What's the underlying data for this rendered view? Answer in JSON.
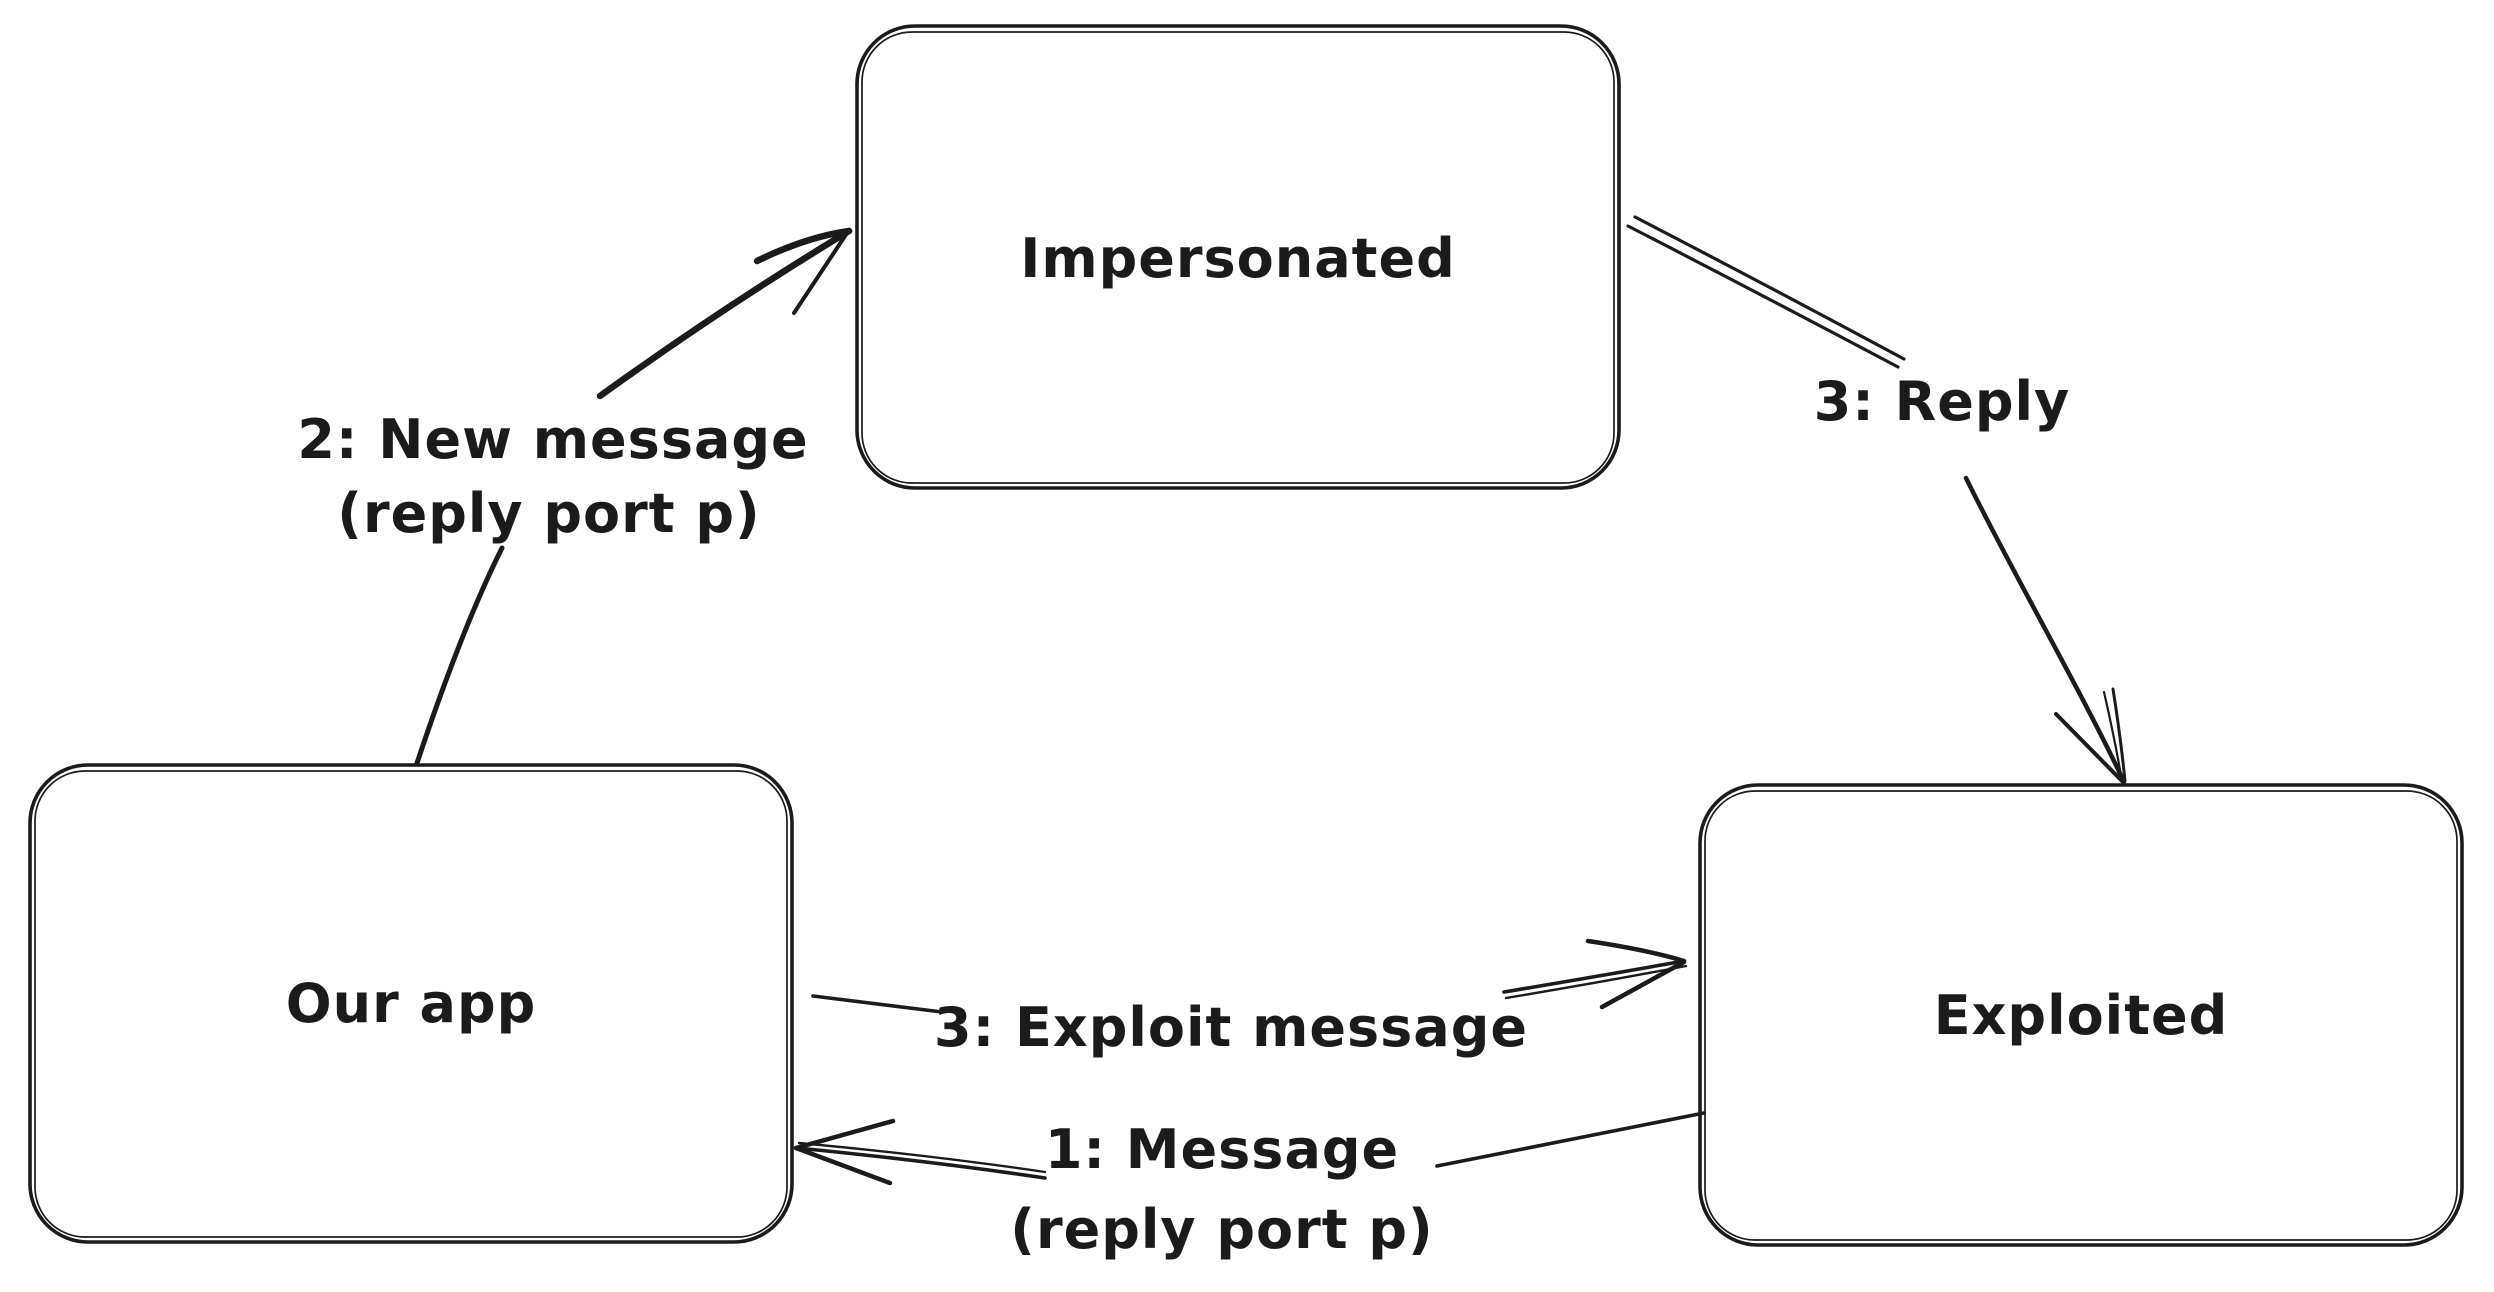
{
  "diagram": {
    "type": "flow-diagram",
    "style": "hand-drawn",
    "colors": {
      "background": "#ffffff",
      "stroke": "#1b1b1b"
    },
    "nodes": [
      {
        "id": "impersonated",
        "label": "Impersonated"
      },
      {
        "id": "our-app",
        "label": "Our app"
      },
      {
        "id": "exploited",
        "label": "Exploited"
      }
    ],
    "edges": [
      {
        "id": "new-message",
        "from": "our-app",
        "to": "impersonated",
        "label_line1": "2: New message",
        "label_line2": "(reply port p)"
      },
      {
        "id": "reply",
        "from": "impersonated",
        "to": "exploited",
        "label_line1": "3: Reply"
      },
      {
        "id": "exploit-message",
        "from": "our-app",
        "to": "exploited",
        "label_line1": "3: Exploit message"
      },
      {
        "id": "message",
        "from": "exploited",
        "to": "our-app",
        "label_line1": "1: Message",
        "label_line2": "(reply port p)"
      }
    ]
  }
}
